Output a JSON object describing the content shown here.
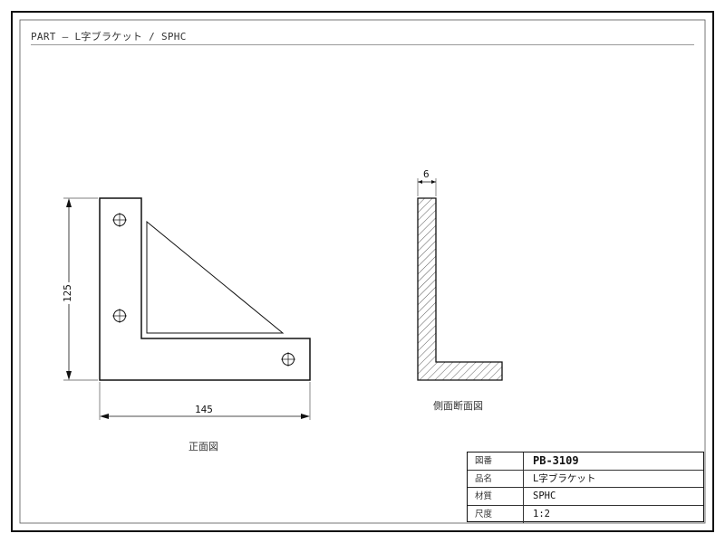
{
  "header": {
    "text": "PART — L字ブラケット / SPHC"
  },
  "front_view": {
    "label": "正面図",
    "dim_height": "125",
    "dim_width": "145"
  },
  "section_view": {
    "label": "側面断面図",
    "dim_thickness": "6"
  },
  "title_block": {
    "rows": [
      {
        "label": "図番",
        "value": "PB-3109"
      },
      {
        "label": "品名",
        "value": "L字ブラケット"
      },
      {
        "label": "材質",
        "value": "SPHC"
      },
      {
        "label": "尺度",
        "value": "1:2"
      }
    ]
  }
}
